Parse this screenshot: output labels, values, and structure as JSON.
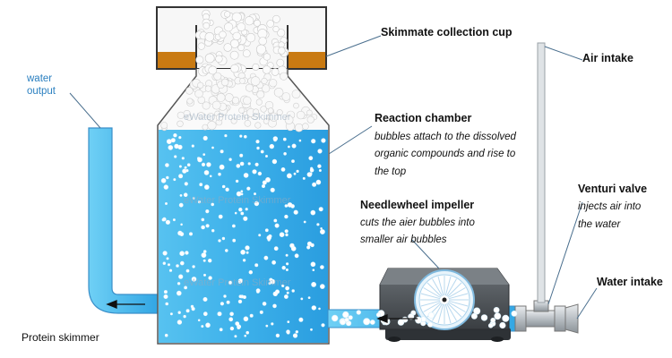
{
  "labels": {
    "cup": "Skimmate collection cup",
    "air_intake": "Air intake",
    "water_output_line1": "water",
    "water_output_line2": "output",
    "reaction_title": "Reaction chamber",
    "reaction_desc1": "bubbles attach to the dissolved",
    "reaction_desc2": "organic compounds and rise to",
    "reaction_desc3": "the top",
    "impeller_title": "Needlewheel impeller",
    "impeller_desc1": "cuts the aier bubbles into",
    "impeller_desc2": "smaller air bubbles",
    "venturi_title": "Venturi valve",
    "venturi_desc1": "injects air into",
    "venturi_desc2": "the water",
    "water_intake": "Water intake",
    "caption": "Protein skimmer"
  },
  "watermark": "eWater Protein Skimmer",
  "colors": {
    "water": "#3fb3ea",
    "water_dark": "#1f8fd0",
    "skimmate": "#c97a12",
    "pump_body": "#555a60",
    "pump_dark": "#2e3236",
    "pipe_outline": "#3a8fc9",
    "tube_gray": "#bfc4c8"
  }
}
